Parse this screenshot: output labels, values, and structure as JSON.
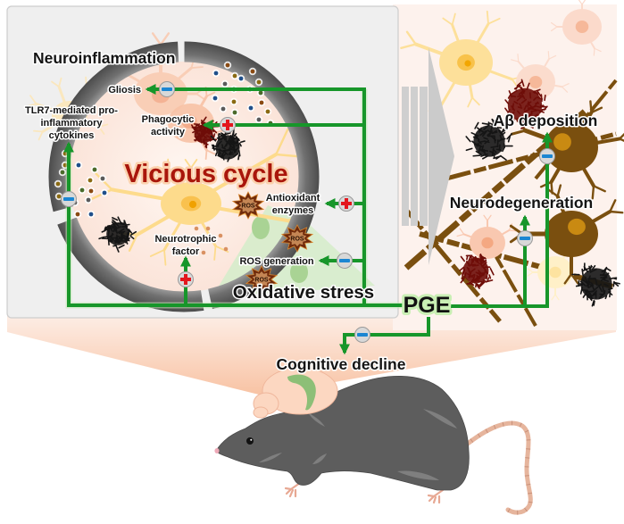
{
  "figure": {
    "left_panel": {
      "heading": "Neuroinflammation",
      "center_label": "Vicious cycle",
      "gliosis": "Gliosis",
      "tlr7_lines": [
        "TLR7-mediated pro-",
        "inflammatory",
        "cytokines"
      ],
      "phagocytic_lines": [
        "Phagocytic",
        "activity"
      ],
      "antioxidant_lines": [
        "Antioxidant",
        "enzymes"
      ],
      "neurotrophic_lines": [
        "Neurotrophic",
        "factor"
      ],
      "ros_generation": "ROS generation",
      "oxidative_stress": "Oxidative stress",
      "ros_badge": "ROS"
    },
    "right_panel": {
      "abeta_deposition": "Aβ deposition",
      "neurodegeneration": "Neurodegeneration"
    },
    "central_node": "PGE",
    "outcome": "Cognitive decline",
    "effects": [
      {
        "target": "Gliosis",
        "effect": "inhibit"
      },
      {
        "target": "Phagocytic activity",
        "effect": "activate"
      },
      {
        "target": "TLR7-mediated pro-inflammatory cytokines",
        "effect": "inhibit"
      },
      {
        "target": "Neurotrophic factor",
        "effect": "activate"
      },
      {
        "target": "Antioxidant enzymes",
        "effect": "activate"
      },
      {
        "target": "ROS generation",
        "effect": "inhibit"
      },
      {
        "target": "Aβ deposition",
        "effect": "inhibit"
      },
      {
        "target": "Neurodegeneration",
        "effect": "inhibit"
      },
      {
        "target": "Cognitive decline",
        "effect": "inhibit"
      }
    ],
    "icons": {
      "inhibit": "minus-badge-icon",
      "activate": "plus-badge-icon",
      "ros": "ros-star-icon",
      "subject": "mouse-illustration"
    },
    "colors": {
      "arrow": "#17962a",
      "inhibit": "#1b86d2",
      "activate": "#e3161d",
      "vicious_cycle": "#a9160b"
    }
  }
}
